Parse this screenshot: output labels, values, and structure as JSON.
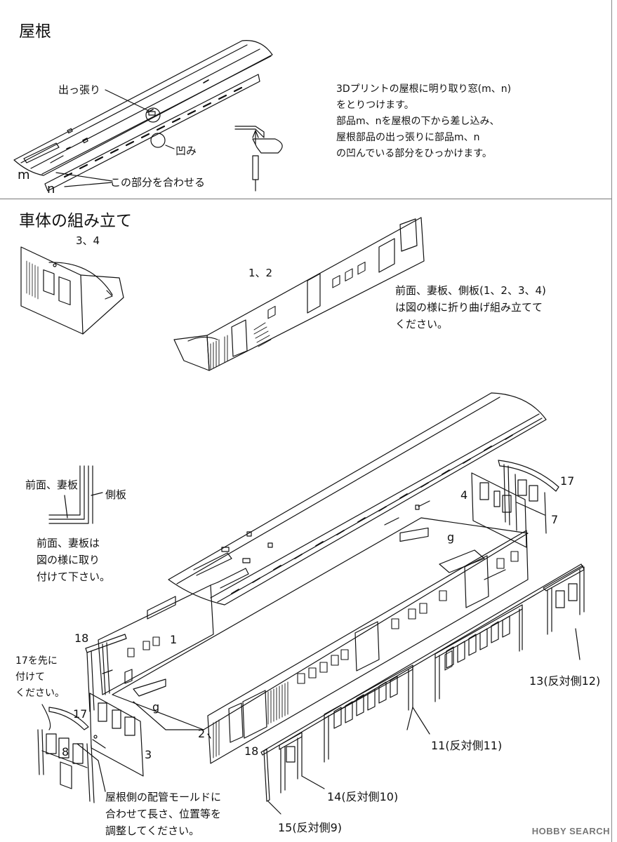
{
  "roof": {
    "title": "屋根",
    "label_projection": "出っ張り",
    "label_recess": "凹み",
    "label_align": "この部分を合わせる",
    "part_m": "m",
    "part_n": "n",
    "desc": [
      "3Dプリントの屋根に明り取り窓(m、n)",
      "をとりつけます。",
      "部品m、nを屋根の下から差し込み、",
      "屋根部品の出っ張りに部品m、n",
      "の凹んでいる部分をひっかけます。"
    ]
  },
  "body": {
    "title": "車体の組み立て",
    "label_34": "3、4",
    "label_12": "1、2",
    "desc": [
      "前面、妻板、側板(1、2、3、4)",
      "は図の様に折り曲げ組み立てて",
      "ください。"
    ]
  },
  "assembly": {
    "inset_front": "前面、妻板",
    "inset_side": "側板",
    "inset_note": [
      "前面、妻板は",
      "図の様に取り",
      "付けて下さい。"
    ],
    "note_17": [
      "17を先に",
      "付けて",
      "ください。"
    ],
    "note_pipe": [
      "屋根側の配管モールドに",
      "合わせて長さ、位置等を",
      "調整してください。"
    ],
    "parts": {
      "p1": "1",
      "p2": "2",
      "p3": "3",
      "p4": "4",
      "p7": "7",
      "p8": "8",
      "p17a": "17",
      "p17b": "17",
      "p18a": "18",
      "p18b": "18",
      "pg1": "g",
      "pg2": "g",
      "p13": "13(反対側12)",
      "p11": "11(反対側11)",
      "p14": "14(反対側10)",
      "p15": "15(反対側9)"
    }
  },
  "watermark": "HOBBY SEARCH"
}
